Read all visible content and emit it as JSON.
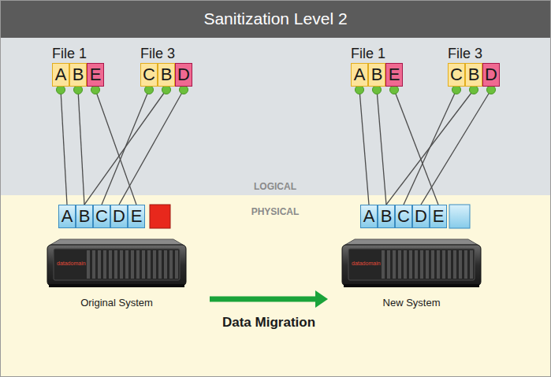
{
  "diagram": {
    "title": "Sanitization Level 2",
    "nodes": [
      {
        "text": [
          "A"
        ]
      },
      {
        "text": [
          "B"
        ]
      },
      {
        "text": [
          "E"
        ]
      },
      {
        "text": [
          "C"
        ]
      },
      {
        "text": [
          "B"
        ]
      },
      {
        "text": [
          "D"
        ]
      },
      {
        "text": [
          "A"
        ]
      },
      {
        "text": [
          "B"
        ]
      },
      {
        "text": [
          "E"
        ]
      },
      {
        "text": [
          "C"
        ]
      },
      {
        "text": [
          "B"
        ]
      },
      {
        "text": [
          "D"
        ]
      },
      {
        "text": [
          "A"
        ]
      },
      {
        "text": [
          "B"
        ]
      },
      {
        "text": [
          "C"
        ]
      },
      {
        "text": [
          "D"
        ]
      },
      {
        "text": [
          "E"
        ]
      },
      {
        "text": [
          "A"
        ]
      },
      {
        "text": [
          "B"
        ]
      },
      {
        "text": [
          "C"
        ]
      },
      {
        "text": [
          "D"
        ]
      },
      {
        "text": [
          "E"
        ]
      },
      {
        "text": [
          "datadomain",
          "Original System"
        ]
      },
      {
        "text": [
          "datadomain",
          "New System"
        ]
      }
    ],
    "edges": [
      {
        "from": 0,
        "to": 12,
        "arrow": "none"
      },
      {
        "from": 1,
        "to": 13,
        "arrow": "none"
      },
      {
        "from": 2,
        "to": 16,
        "arrow": "none"
      },
      {
        "from": 3,
        "to": 14,
        "arrow": "none"
      },
      {
        "from": 4,
        "to": 13,
        "arrow": "none"
      },
      {
        "from": 5,
        "to": 15,
        "arrow": "none"
      },
      {
        "from": 6,
        "to": 17,
        "arrow": "none"
      },
      {
        "from": 7,
        "to": 18,
        "arrow": "none"
      },
      {
        "from": 8,
        "to": 21,
        "arrow": "none"
      },
      {
        "from": 9,
        "to": 19,
        "arrow": "none"
      },
      {
        "from": 10,
        "to": 18,
        "arrow": "none"
      },
      {
        "from": 11,
        "to": 20,
        "arrow": "none"
      },
      {
        "from": 22,
        "to": 23,
        "label": "Data Migration",
        "arrow": "to"
      }
    ],
    "labels": [
      "File 1",
      "File 3",
      "File 1",
      "File 3",
      "LOGICAL",
      "PHYSICAL"
    ]
  }
}
